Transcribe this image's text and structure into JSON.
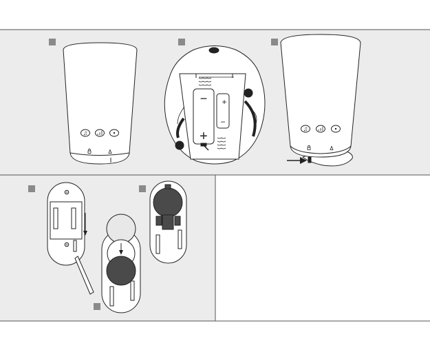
{
  "colors": {
    "panel_background": "#ececec",
    "frame_line": "#555555",
    "step_marker": "#8a8a8a",
    "device_fill": "#ffffff",
    "coin_cell_dark": "#4a4a4a",
    "coin_cell_light": "#e8e8e8",
    "outline": "#222222"
  },
  "battery_polarity": {
    "minus": "−",
    "plus": "+"
  },
  "step_markers": [
    "step-1-marker",
    "step-2-marker",
    "step-3-marker",
    "step-4-marker",
    "step-5-marker",
    "step-6-marker"
  ],
  "icons": [
    "music-note-icon",
    "signal-bars-icon",
    "light-icon",
    "lock-icon",
    "unlock-icon",
    "pointer-arrow-icon",
    "slide-down-arrow-icon",
    "insert-arrow-icon"
  ]
}
